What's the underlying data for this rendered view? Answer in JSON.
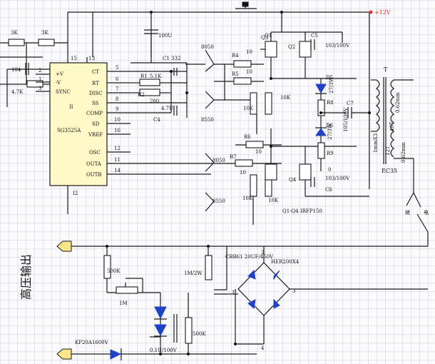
{
  "ic": {
    "part_number": "SG3525A",
    "ref": "I2",
    "left_pins": {
      "p1": "+V",
      "p2": "-V",
      "p3": "SYNC",
      "n1": "2",
      "n2": "1",
      "n3": "3"
    },
    "right_pins": [
      {
        "num": "5",
        "name": "CT"
      },
      {
        "num": "6",
        "name": "RT"
      },
      {
        "num": "7",
        "name": "DISC"
      },
      {
        "num": "8",
        "name": "SS"
      },
      {
        "num": "9",
        "name": "COMP"
      },
      {
        "num": "10",
        "name": "SD"
      },
      {
        "num": "16",
        "name": "VREF"
      },
      {
        "num": "12",
        "name": "OSC"
      },
      {
        "num": "11",
        "name": "OUTA"
      },
      {
        "num": "14",
        "name": "OUTB"
      }
    ],
    "top_pins": [
      "15",
      "13"
    ],
    "center_mark": "II"
  },
  "labels": {
    "r_3k_a": "3K",
    "r_3k_b": "3K",
    "r_104": "104",
    "r_4_7k": "4.7K",
    "c_100u": "100U",
    "c1_332": "C1 332",
    "r1_51k": "R1",
    "r1_val": "5.1K",
    "rt_val": "200",
    "r2_lbl": "R2",
    "c_47u": "4.7U",
    "c4": "C4",
    "t_8050_a": "8050",
    "t_8550_a": "8550",
    "t_8050_b": "8050",
    "t_8550_b": "8550",
    "r4": "R4",
    "r4_val": "10",
    "r5": "R5",
    "r5_val": "10",
    "r6": "R6",
    "r6_val": "10",
    "r7": "R7",
    "r7_val": "10",
    "r_10k_a": "10K",
    "r_10k_b": "10K",
    "r_10k_c": "10K",
    "r_10k_d": "10K",
    "q1": "Q1",
    "q2": "Q2",
    "q3": "Q3",
    "q4": "Q4",
    "c5": "C5",
    "c5_val": "103/100V",
    "c6": "C6",
    "c6_val": "103/100V",
    "d5": "D5",
    "d6": "D6",
    "r8": "R8",
    "r9": "R9",
    "r8_val": "27/3W",
    "r9_val": "27/3W",
    "c7": "C7",
    "c7_val": "105/100V",
    "mosfet_note": "Q1-Q4 IRFP150",
    "supply": "+12V",
    "transformer": "T",
    "core": "EC35",
    "wind_1": "0.62mm",
    "wind_2": "1mmX3",
    "wind_3": "12T",
    "wind_4": "0.62mm",
    "wind_5": "40T",
    "bottom_cap": "CBB61 20UF/450V",
    "bridge_mod": "HER200X4",
    "r_1m2w": "1M/2W",
    "r_500k": "500K",
    "pot_1m": "1M",
    "r_500k_b": "500K",
    "diode_kp": "KP20A1600V",
    "c_01u": "0.1U/100V",
    "node_1": "1",
    "node_2": "2",
    "node_3": "3",
    "node_4": "4",
    "node_0": "0",
    "hv_output": "高压输出",
    "switch_a": "继",
    "switch_b": "电"
  }
}
